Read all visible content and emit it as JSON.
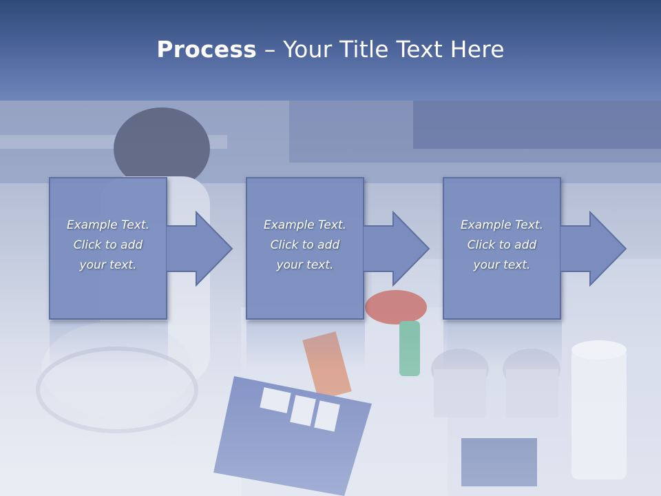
{
  "title": {
    "bold": "Process",
    "rest": " – Your Title Text Here"
  },
  "steps": [
    {
      "line1": "Example Text.",
      "line2": "Click  to add",
      "line3": "your text."
    },
    {
      "line1": "Example Text.",
      "line2": "Click  to add",
      "line3": "your text."
    },
    {
      "line1": "Example Text.",
      "line2": "Click  to add",
      "line3": "your text."
    }
  ],
  "colors": {
    "title_band": "#4b6398",
    "box_fill": "#7b8cbe",
    "box_border": "#5d6f9e",
    "text": "#ffffff"
  }
}
